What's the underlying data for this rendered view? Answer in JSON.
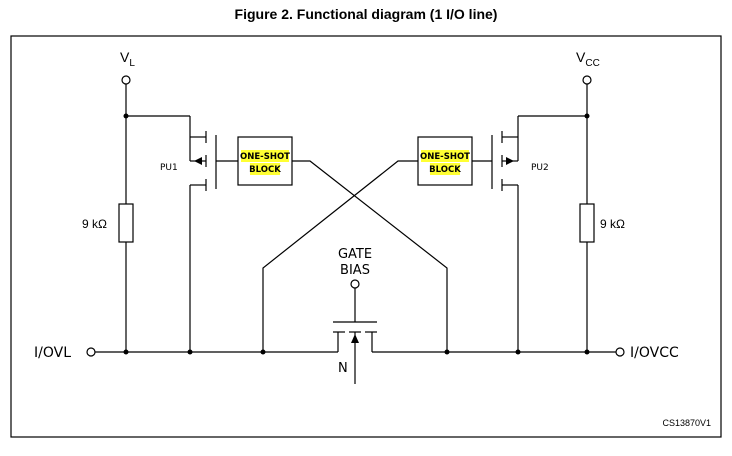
{
  "figure": {
    "title": "Figure 2. Functional diagram (1 I/O line)",
    "code": "CS13870V1"
  },
  "rails": {
    "vl_main": "V",
    "vl_sub": "L",
    "vcc_main": "V",
    "vcc_sub": "CC"
  },
  "resistors": {
    "left_value": "9 kΩ",
    "right_value": "9 kΩ"
  },
  "transistors": {
    "pu1": "PU1",
    "pu2": "PU2",
    "pass_type": "N"
  },
  "blocks": {
    "left_line1": "ONE-SHOT",
    "left_line2": "BLOCK",
    "right_line1": "ONE-SHOT",
    "right_line2": "BLOCK"
  },
  "gate": {
    "line1": "GATE",
    "line2": "BIAS"
  },
  "ports": {
    "left": "I/OVL",
    "right": "I/OVCC"
  },
  "colors": {
    "highlight": "#ffff33",
    "line": "#000000"
  }
}
